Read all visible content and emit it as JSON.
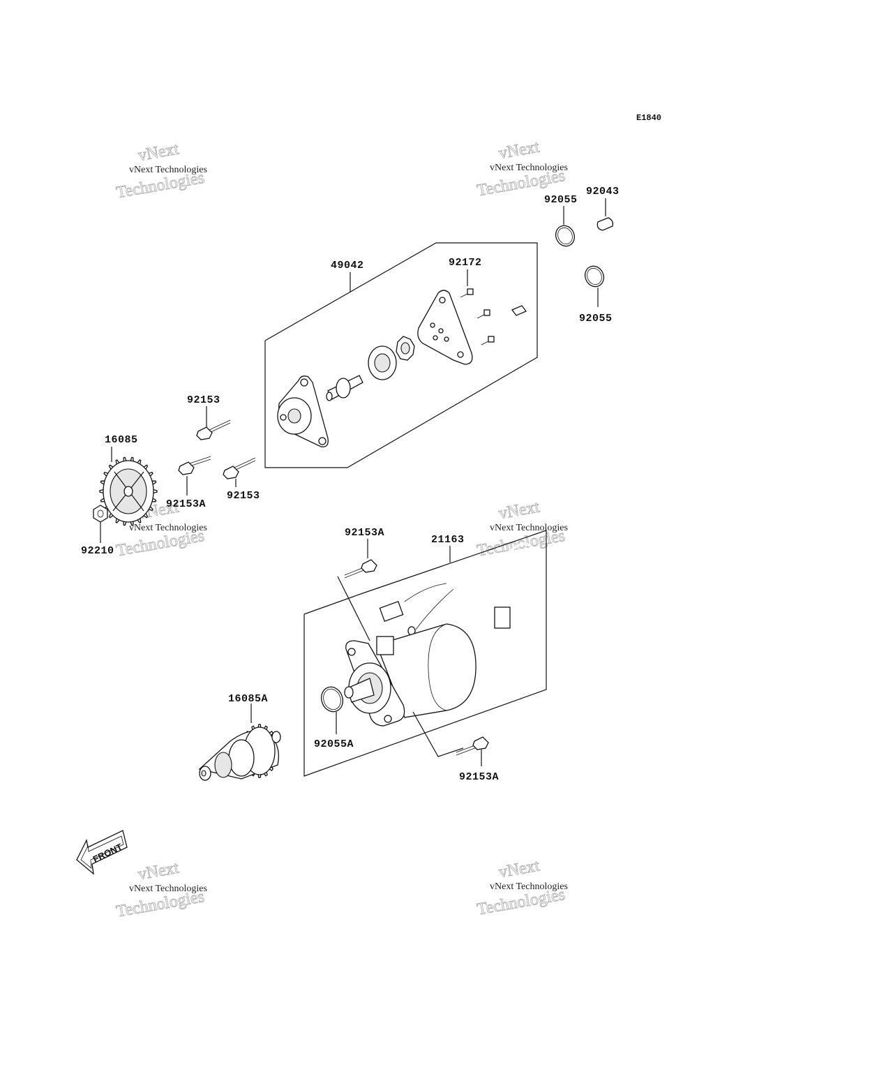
{
  "diagram": {
    "ref_code": "E1840",
    "front_label": "FRONT",
    "watermark": {
      "line1": "vNext Technologies",
      "line2": "vNext",
      "line3": "Technologies"
    },
    "callouts": {
      "c49042": "49042",
      "c92172": "92172",
      "c92055_top": "92055",
      "c92043": "92043",
      "c92055_right": "92055",
      "c92153_top": "92153",
      "c16085": "16085",
      "c92153a_left": "92153A",
      "c92153_mid": "92153",
      "c92210": "92210",
      "c92153a_upper": "92153A",
      "c21163": "21163",
      "c16085a": "16085A",
      "c92055a": "92055A",
      "c92153a_lower": "92153A"
    }
  }
}
